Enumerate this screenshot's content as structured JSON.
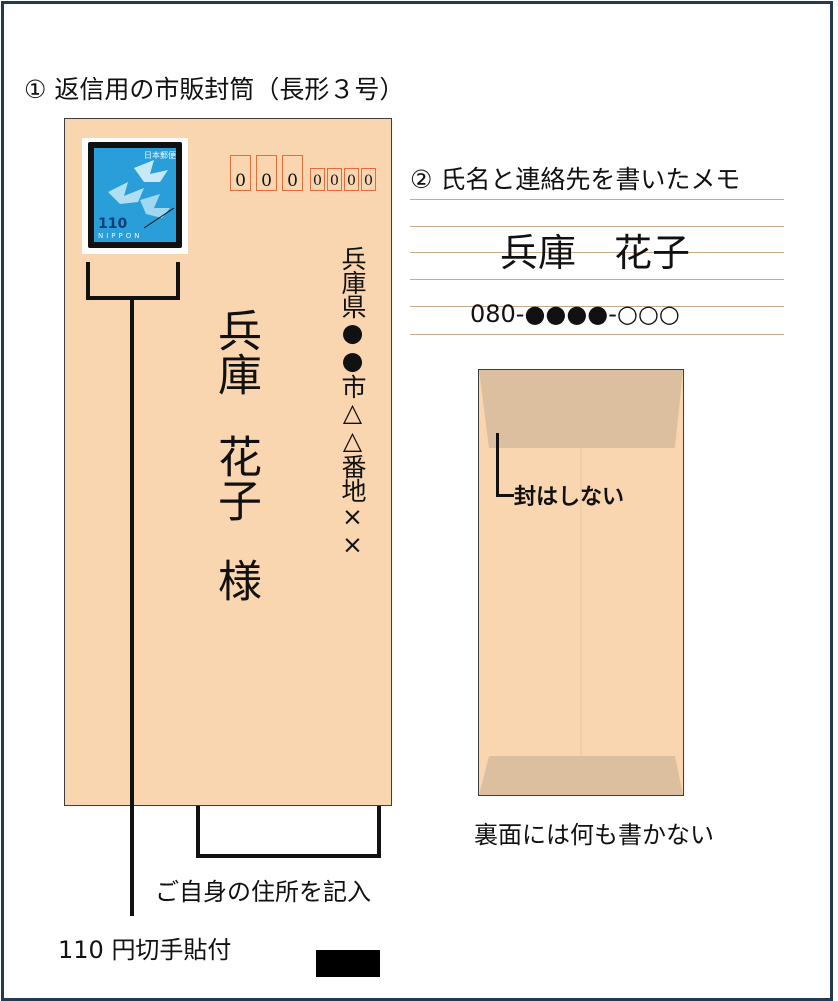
{
  "title1": "① 返信用の市販封筒（長形３号）",
  "stamp": {
    "label": "日本郵便",
    "value": "110",
    "country": "NIPPON",
    "color": "#2a9ed8"
  },
  "postal_code": [
    "0",
    "0",
    "0",
    "0",
    "0",
    "0",
    "0"
  ],
  "address": "兵庫県●●市△△番地××",
  "recipient": {
    "surname": "兵庫",
    "given_name": "花子",
    "honorific": "様"
  },
  "memo": {
    "title": "② 氏名と連絡先を書いたメモ",
    "name": "兵庫　花子",
    "phone": "080-●●●●-○○○"
  },
  "back": {
    "flap_note": "封はしない",
    "caption": "裏面には何も書かない"
  },
  "labels": {
    "own_address": "ご自身の住所を記入",
    "stamp_note": "110 円切手貼付"
  },
  "colors": {
    "envelope": "#f9d6b0",
    "envelope_flap": "#dcbf9e",
    "frame": "#233a55",
    "postal_box": "#e86b3a"
  }
}
